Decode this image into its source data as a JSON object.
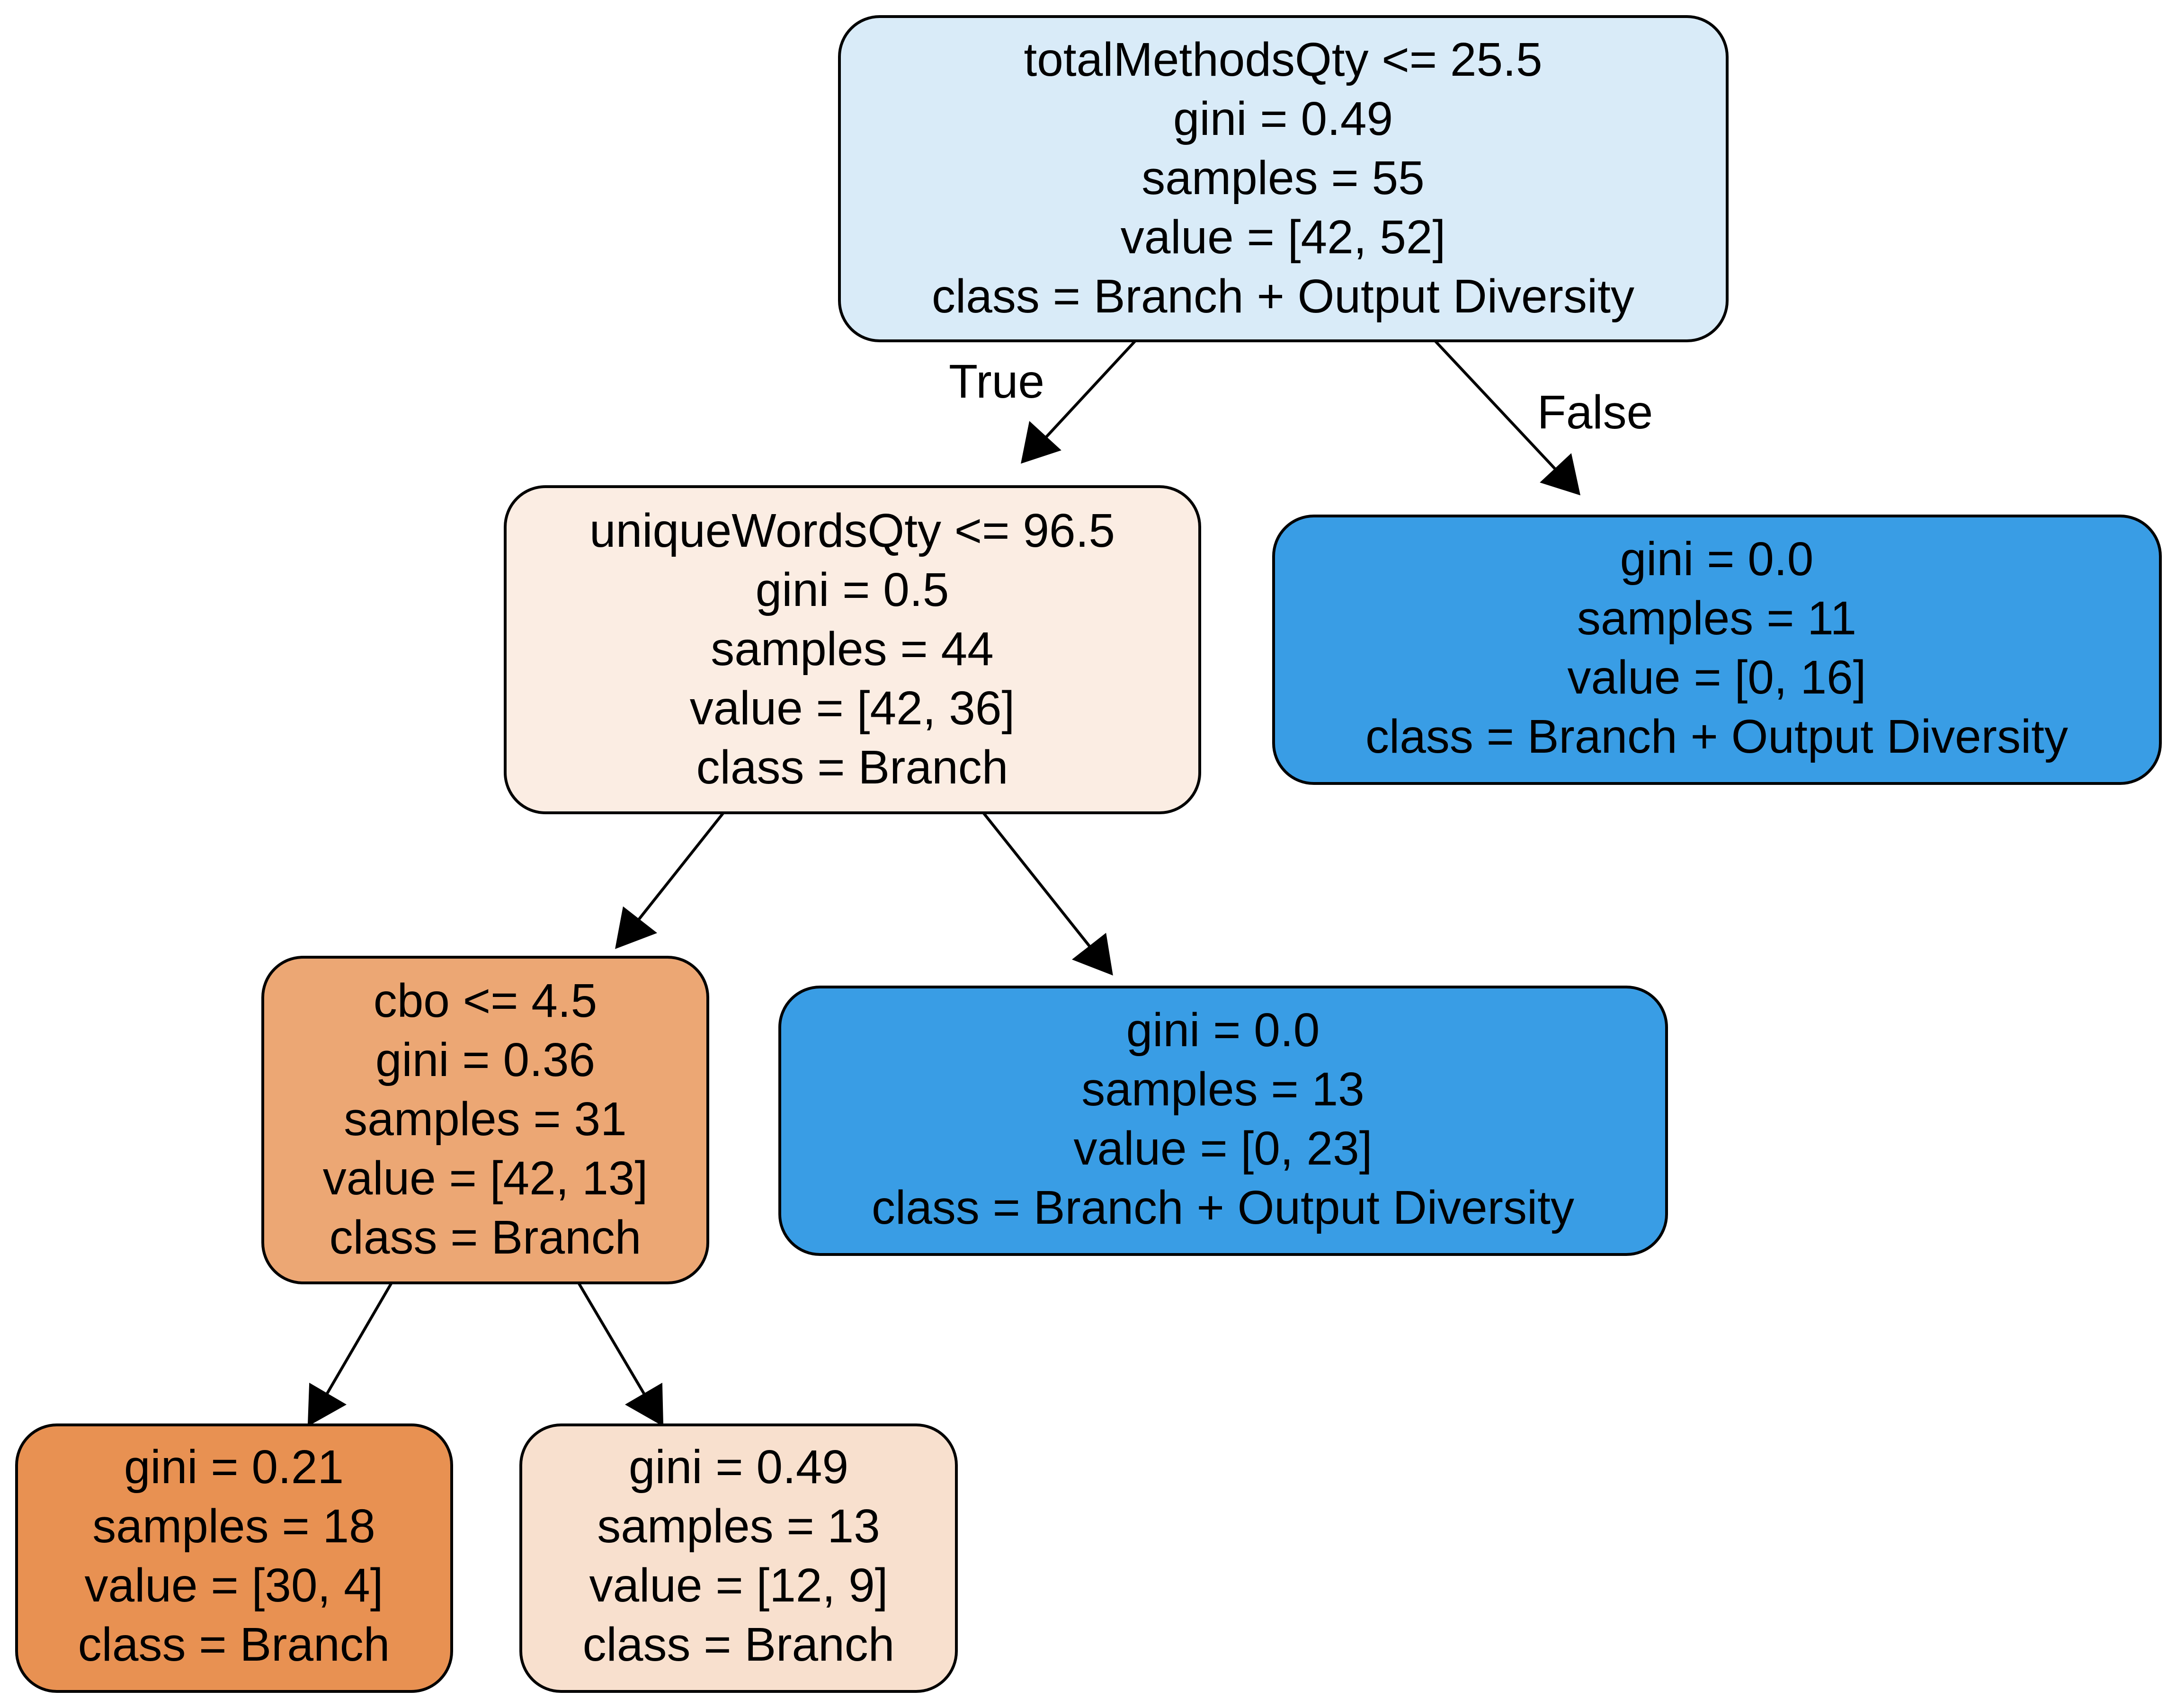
{
  "tree": {
    "nodes": [
      {
        "id": "root",
        "fill": "#d9ebf8",
        "lines": [
          "totalMethodsQty <= 25.5",
          "gini = 0.49",
          "samples = 55",
          "value = [42, 52]",
          "class = Branch + Output Diversity"
        ]
      },
      {
        "id": "n1",
        "fill": "#fbede3",
        "lines": [
          "uniqueWordsQty <= 96.5",
          "gini = 0.5",
          "samples = 44",
          "value = [42, 36]",
          "class = Branch"
        ]
      },
      {
        "id": "n2",
        "fill": "#399de5",
        "lines": [
          "gini = 0.0",
          "samples = 11",
          "value = [0, 16]",
          "class = Branch + Output Diversity"
        ]
      },
      {
        "id": "n3",
        "fill": "#eca774",
        "lines": [
          "cbo <= 4.5",
          "gini = 0.36",
          "samples = 31",
          "value = [42, 13]",
          "class = Branch"
        ]
      },
      {
        "id": "n4",
        "fill": "#399de5",
        "lines": [
          "gini = 0.0",
          "samples = 13",
          "value = [0, 23]",
          "class = Branch + Output Diversity"
        ]
      },
      {
        "id": "n5",
        "fill": "#e89152",
        "lines": [
          "gini = 0.21",
          "samples = 18",
          "value = [30, 4]",
          "class = Branch"
        ]
      },
      {
        "id": "n6",
        "fill": "#f8e0ce",
        "lines": [
          "gini = 0.49",
          "samples = 13",
          "value = [12, 9]",
          "class = Branch"
        ]
      }
    ],
    "edges": [
      {
        "from": "root",
        "to": "n1",
        "label": "True"
      },
      {
        "from": "root",
        "to": "n2",
        "label": "False"
      },
      {
        "from": "n1",
        "to": "n3",
        "label": ""
      },
      {
        "from": "n1",
        "to": "n4",
        "label": ""
      },
      {
        "from": "n3",
        "to": "n5",
        "label": ""
      },
      {
        "from": "n3",
        "to": "n6",
        "label": ""
      }
    ]
  }
}
